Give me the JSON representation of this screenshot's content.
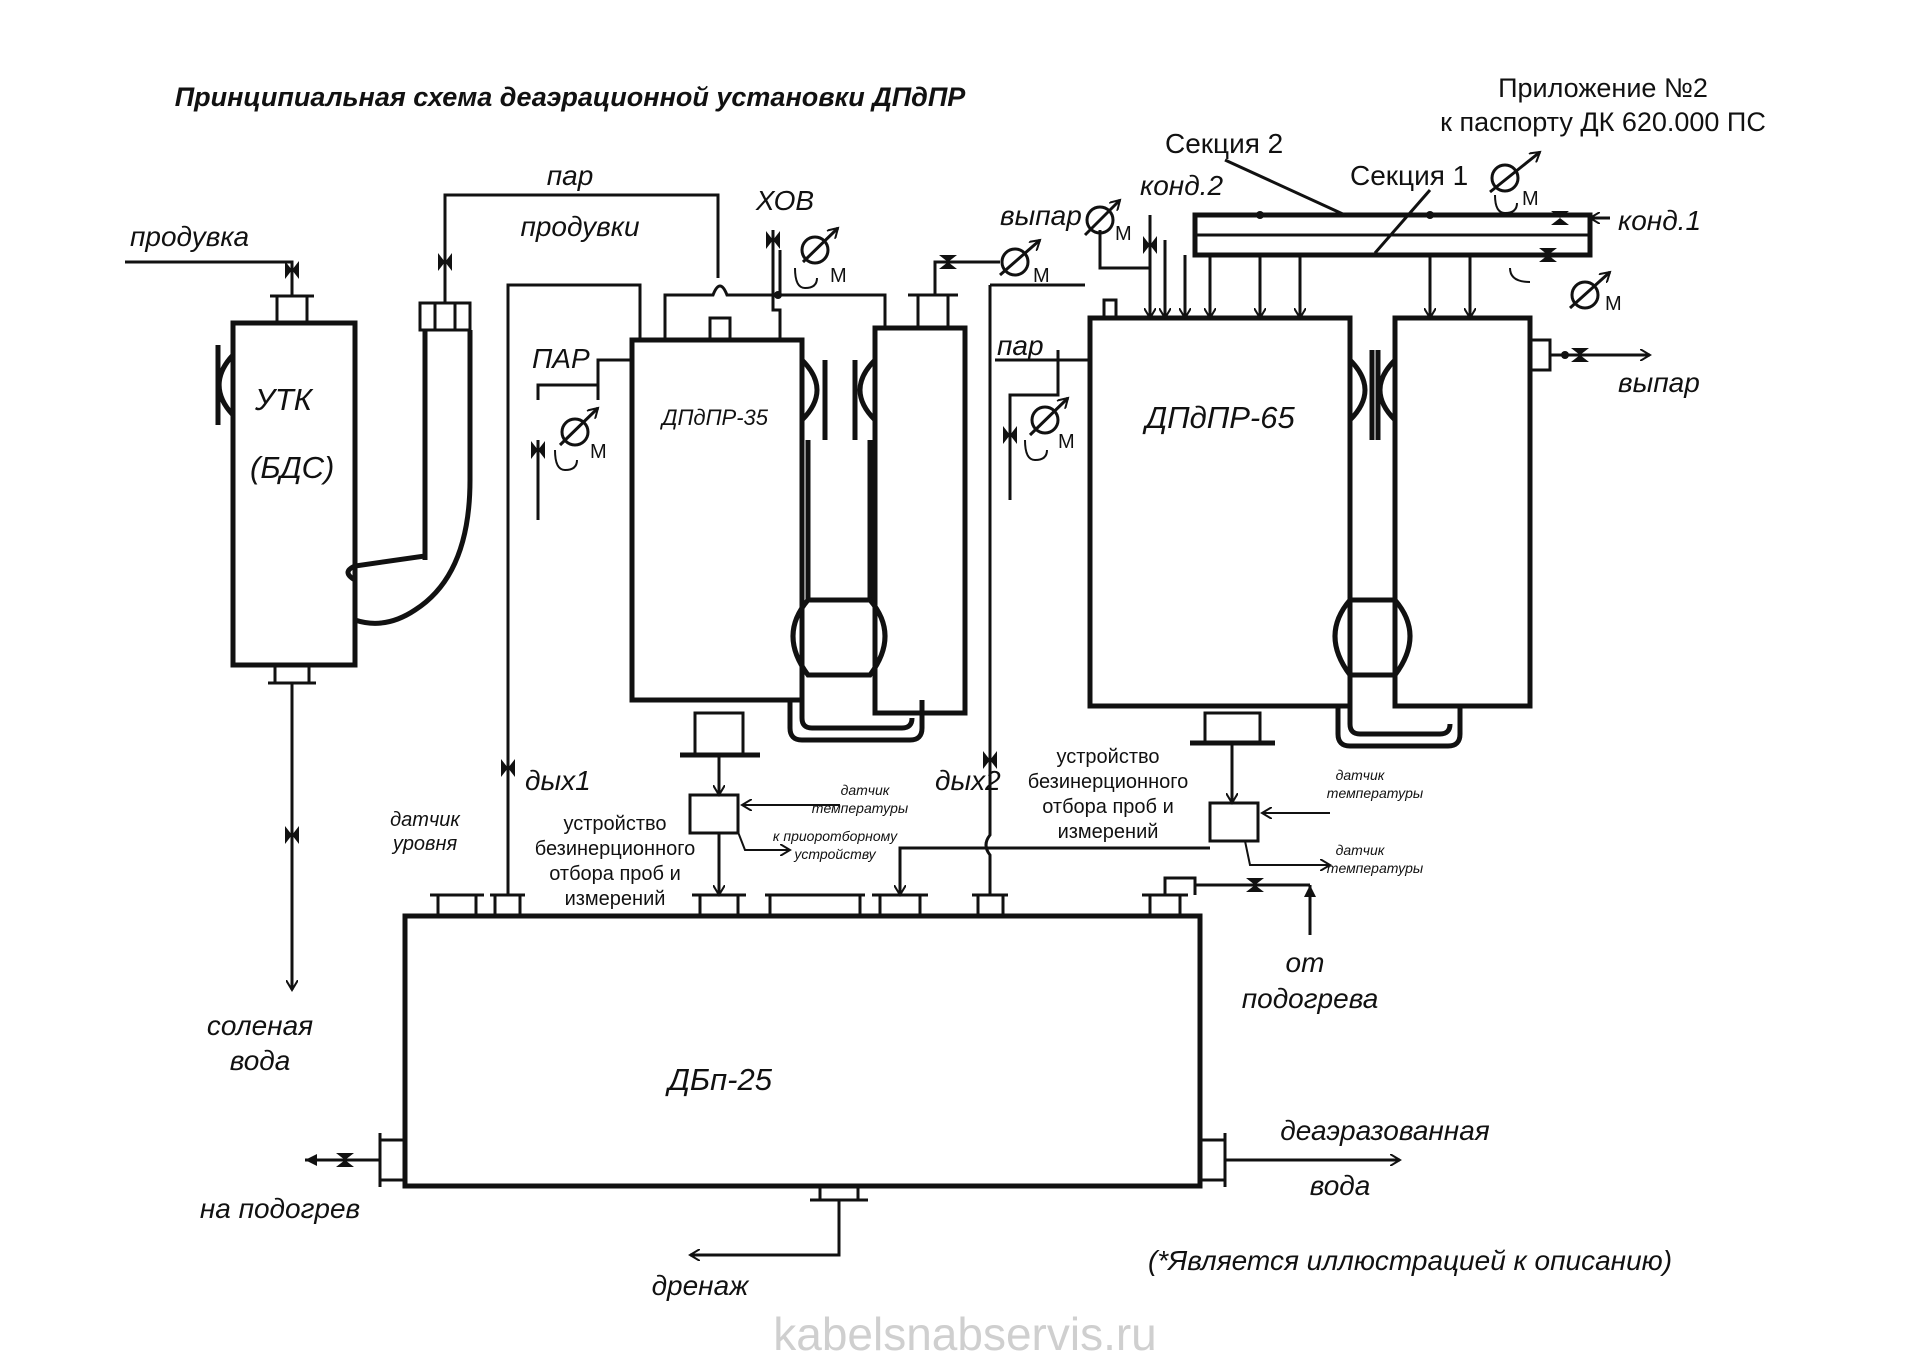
{
  "title": "Принципиальная схема деаэрационной установки ДПдПР",
  "appendix": {
    "line1": "Приложение №2",
    "line2": "к паспорту ДК 620.000 ПС"
  },
  "vessels": {
    "utk": "УТК",
    "bds": "(БДС)",
    "dpdpr35": "ДПдПР-35",
    "dpdpr65": "ДПдПР-65",
    "dbp25": "ДБп-25"
  },
  "labels": {
    "produvka": "продувка",
    "par_produvki_1": "пар",
    "par_produvki_2": "продувки",
    "hov": "ХОВ",
    "par_upper": "ПАР",
    "vypar_mid": "выпар",
    "par_lower": "пар",
    "sekciya2": "Секция 2",
    "sekciya1": "Секция 1",
    "kond2": "конд.2",
    "kond1": "конд.1",
    "vypar_right": "выпар",
    "dyh1": "дых1",
    "dyh2": "дых2",
    "sensor_level_1": "датчик",
    "sensor_level_2": "уровня",
    "device1_1": "устройство",
    "device1_2": "безинерционного",
    "device1_3": "отбора проб и",
    "device1_4": "измерений",
    "device2_1": "устройство",
    "device2_2": "безинерционного",
    "device2_3": "отбора проб и",
    "device2_4": "измерений",
    "temp1_1": "датчик",
    "temp1_2": "температуры",
    "to_sampler_1": "к приоротборному",
    "to_sampler_2": "устройству",
    "temp2_1": "датчик",
    "temp2_2": "температуры",
    "temp3_1": "датчик",
    "temp3_2": "температуры",
    "ot": "от",
    "podogreva": "подогрева",
    "salt_1": "соленая",
    "salt_2": "вода",
    "na_podogrev": "на подогрев",
    "deaer_1": "деаэразованная",
    "deaer_2": "вода",
    "drenazh": "дренаж",
    "gauge_m": "М"
  },
  "note": "(*Является иллюстрацией к описанию)",
  "watermark": "kabelsnabservis.ru"
}
